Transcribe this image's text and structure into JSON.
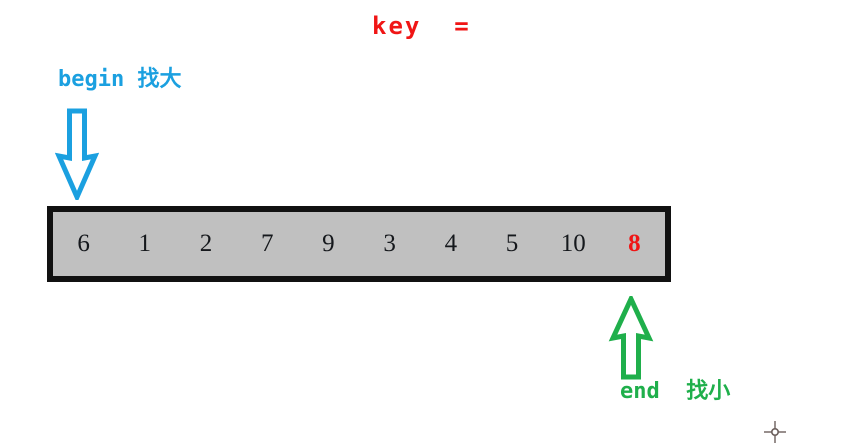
{
  "diagram": {
    "title_text": "key  =",
    "title_color": "#F01515",
    "background_color": "#ffffff"
  },
  "begin_marker": {
    "label": "begin 找大",
    "color": "#1BA0E0",
    "arrow_icon": "arrow-down-outline-icon",
    "arrow_direction": "down",
    "points_to_index": 0
  },
  "end_marker": {
    "label": "end  找小",
    "color": "#1FAF4B",
    "arrow_icon": "arrow-up-outline-icon",
    "arrow_direction": "up",
    "points_to_index": 9
  },
  "array": {
    "fill_color": "#C0C0C0",
    "border_color": "#111111",
    "text_color": "#15181c",
    "highlight_color": "#F01515",
    "cells": [
      {
        "value": "6",
        "highlight": false
      },
      {
        "value": "1",
        "highlight": false
      },
      {
        "value": "2",
        "highlight": false
      },
      {
        "value": "7",
        "highlight": false
      },
      {
        "value": "9",
        "highlight": false
      },
      {
        "value": "3",
        "highlight": false
      },
      {
        "value": "4",
        "highlight": false
      },
      {
        "value": "5",
        "highlight": false
      },
      {
        "value": "10",
        "highlight": false
      },
      {
        "value": "8",
        "highlight": true
      }
    ]
  },
  "cursor": {
    "icon": "crosshair-cursor-icon",
    "color": "#6b5f5c"
  }
}
